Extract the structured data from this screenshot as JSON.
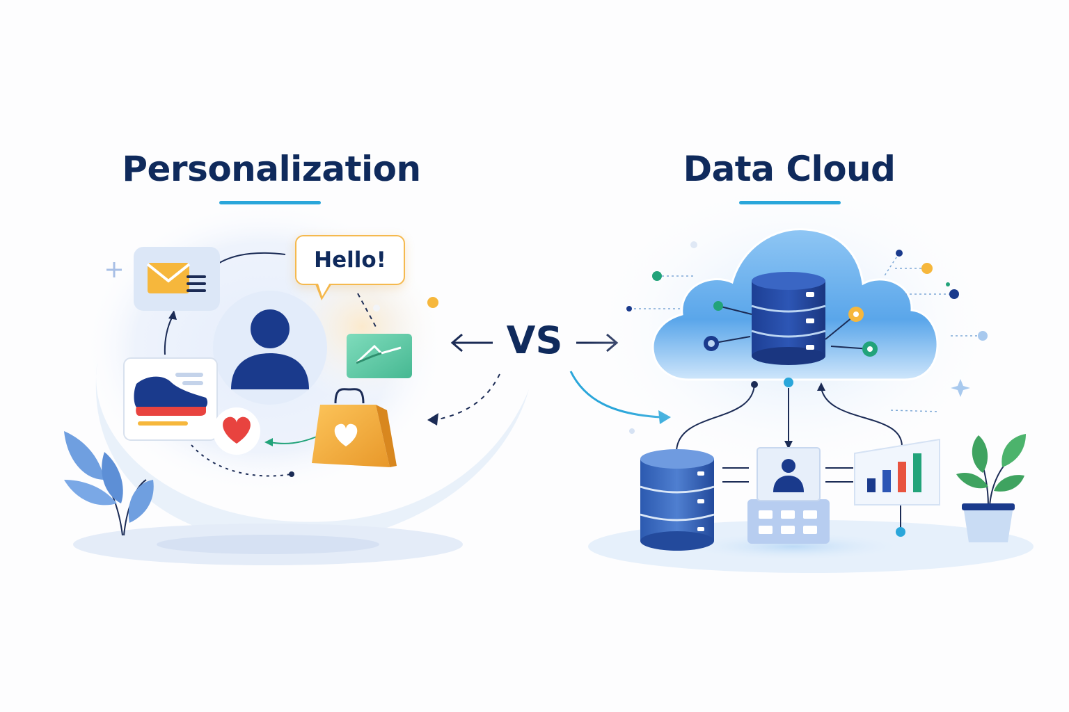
{
  "left_panel": {
    "title": "Personalization",
    "speech_bubble_text": "Hello!",
    "icons": [
      "email-icon",
      "user-avatar-icon",
      "sneaker-card-icon",
      "heart-icon",
      "shopping-bag-icon",
      "message-card-icon",
      "leaf-plant-icon"
    ]
  },
  "center": {
    "vs_text": "VS",
    "arrows": [
      "arrow-left-icon",
      "arrow-right-icon"
    ]
  },
  "right_panel": {
    "title": "Data Cloud",
    "icons": [
      "cloud-icon",
      "database-icon",
      "profile-card-icon",
      "bar-chart-icon",
      "table-grid-icon",
      "potted-plant-icon"
    ]
  },
  "colors": {
    "title": "#0f2a5c",
    "accent_underline": "#2aa6da",
    "navy": "#1a3a8c",
    "yellow": "#f5b94e",
    "green": "#22a37a",
    "red": "#e8433f",
    "cloud_blue": "#5aa6ea"
  }
}
